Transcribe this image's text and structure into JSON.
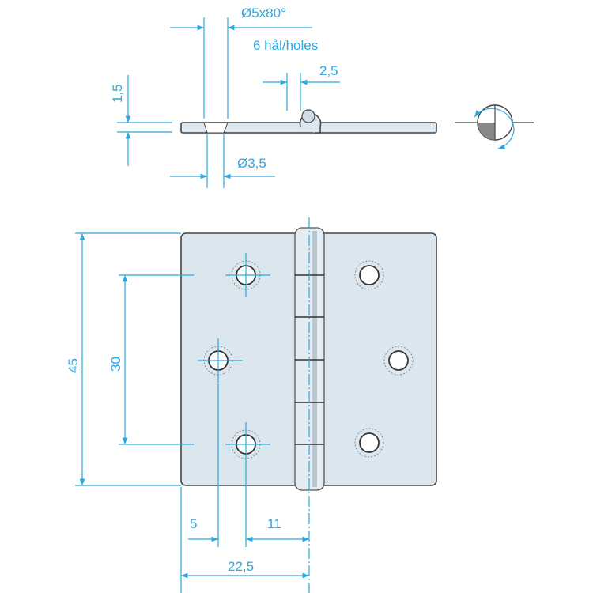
{
  "drawing": {
    "countersink_label": "Ø5x80°",
    "holes_label": "6 hål/holes",
    "knuckle_label": "2,5",
    "thickness_label": "1,5",
    "hole_diameter_label": "Ø3,5",
    "height_label": "45",
    "hole_spacing_label": "30",
    "edge_offset_label": "5",
    "pin_offset_label": "11",
    "half_width_label": "22,5",
    "colors": {
      "dimension": "#2aa8e0",
      "part_fill": "#dbe6ee",
      "outline": "#444444"
    }
  }
}
